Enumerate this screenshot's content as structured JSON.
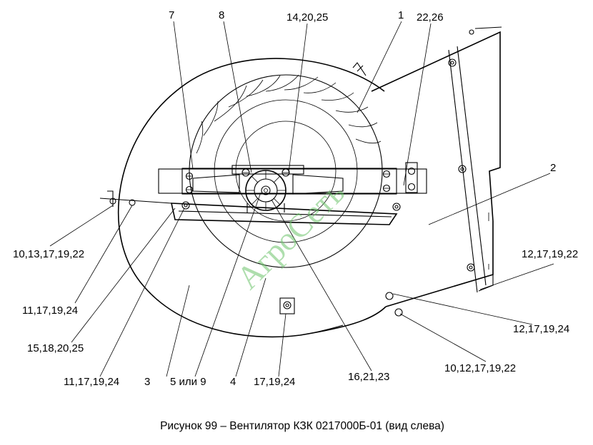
{
  "labels": {
    "l1": "1",
    "l2": "2",
    "l3": "3",
    "l4": "4",
    "l7": "7",
    "l8": "8",
    "l14": "14,20,25",
    "l22": "22,26",
    "l10_13": "10,13,17,19,22",
    "l11_a": "11,17,19,24",
    "l15": "15,18,20,25",
    "l11_b": "11,17,19,24",
    "l5": "5 или 9",
    "l17": "17,19,24",
    "l16": "16,21,23",
    "l10_12": "10,12,17,19,22",
    "l12_a": "12,17,19,22",
    "l12_b": "12,17,19,24"
  },
  "caption": "Рисунок 99 – Вентилятор КЗК 0217000Б-01 (вид слева)",
  "watermark": "АгроСеть",
  "colors": {
    "ink": "#000000",
    "watermark": "#6cc36a"
  }
}
